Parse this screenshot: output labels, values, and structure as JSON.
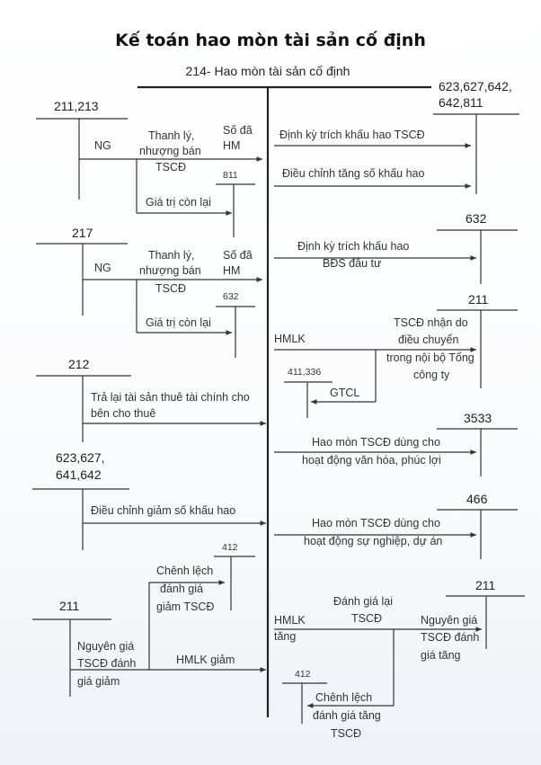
{
  "title": "Kế toán hao mòn tài sản cố định",
  "main_account": "214- Hao mòn tài sản cố định",
  "left": {
    "b1": {
      "account": "211,213",
      "ng": "NG",
      "thanh_ly": [
        "Thanh lý,",
        "nhượng bán",
        "TSCĐ"
      ],
      "so_da_hm": [
        "Số đã",
        "HM"
      ],
      "sub_account": "811",
      "gia_tri_con_lai": "Giá trị còn lại"
    },
    "b2": {
      "account": "217",
      "ng": "NG",
      "thanh_ly": [
        "Thanh lý,",
        "nhượng bán",
        "TSCĐ"
      ],
      "so_da_hm": [
        "Số đã",
        "HM"
      ],
      "sub_account": "632",
      "gia_tri_con_lai": "Giá trị còn lại"
    },
    "b3": {
      "account": "212",
      "text": [
        "Trả lại tài sản thuê tài chính cho",
        "bên cho thuê"
      ]
    },
    "b4": {
      "account": [
        "623,627,",
        "641,642"
      ],
      "text": "Điều chỉnh giảm số khấu hao"
    },
    "b5": {
      "account": "211",
      "sub_account": "412",
      "chenh_lech": [
        "Chênh lệch",
        "đánh giá",
        "giảm TSCĐ"
      ],
      "nguyen_gia": [
        "Nguyên giá",
        "TSCĐ  đánh",
        "giá giảm"
      ],
      "hmlk_giam": "HMLK giảm"
    }
  },
  "right": {
    "r1": {
      "account": [
        "623,627,642,",
        "642,811"
      ],
      "dinh_ky": "Định kỳ trích khấu hao TSCĐ",
      "dieu_chinh": "Điều chỉnh tăng số khấu hao"
    },
    "r2": {
      "account": "632",
      "text": [
        "Định kỳ trích khấu hao",
        "BĐS đầu tư"
      ]
    },
    "r3": {
      "account": "211",
      "hmlk": "HMLK",
      "text": [
        "TSCĐ nhận do",
        "điều chuyển",
        "trong nội bộ Tổng",
        "công ty"
      ],
      "sub_account": "411,336",
      "gtcl": "GTCL"
    },
    "r4": {
      "account": "3533",
      "text": [
        "Hao mòn TSCĐ dùng cho",
        "hoạt động văn hóa, phúc lợi"
      ]
    },
    "r5": {
      "account": "466",
      "text": [
        "Hao mòn TSCĐ dùng cho",
        "hoạt động sự nghiệp, dự án"
      ]
    },
    "r6": {
      "account": "211",
      "danh_gia_lai": [
        "Đánh giá lại",
        "TSCĐ"
      ],
      "hmlk_tang": [
        "HMLK",
        "tăng"
      ],
      "nguyen_gia": [
        "Nguyên giá",
        "TSCĐ đánh",
        "giá tăng"
      ],
      "sub_account": "412",
      "chenh_lech": [
        "Chênh lệch",
        "đánh giá tăng",
        "TSCĐ"
      ]
    }
  },
  "colors": {
    "line": "#333333",
    "text": "#222222"
  }
}
